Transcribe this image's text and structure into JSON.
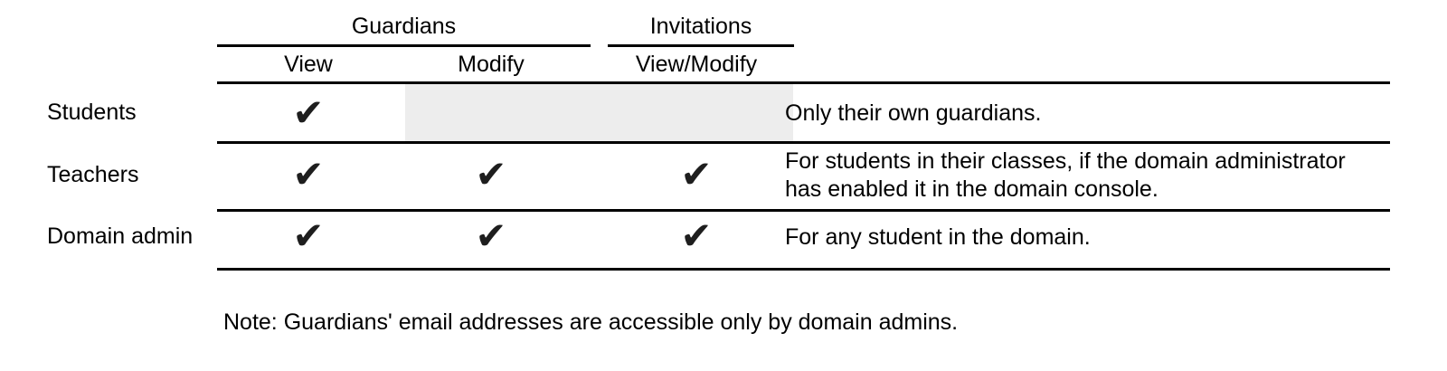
{
  "table": {
    "group_headers": [
      {
        "label": "Guardians"
      },
      {
        "label": "Invitations"
      }
    ],
    "sub_headers": [
      "View",
      "Modify",
      "View/Modify"
    ],
    "check_glyph": "✔",
    "rows": [
      {
        "label": "Students",
        "checks": {
          "view": true,
          "modify": false,
          "view_modify": false
        },
        "explanation": "Only their own guardians."
      },
      {
        "label": "Teachers",
        "checks": {
          "view": true,
          "modify": true,
          "view_modify": true
        },
        "explanation": "For students in their classes, if the domain administrator has enabled it in the domain console."
      },
      {
        "label": "Domain admin",
        "checks": {
          "view": true,
          "modify": true,
          "view_modify": true
        },
        "explanation": "For any student in the domain."
      }
    ]
  },
  "footnote": "Note: Guardians' email addresses are accessible only by domain admins.",
  "colors": {
    "text": "#000000",
    "line": "#000000",
    "check": "#1e1e1e",
    "shaded_cell": "#ededed"
  }
}
